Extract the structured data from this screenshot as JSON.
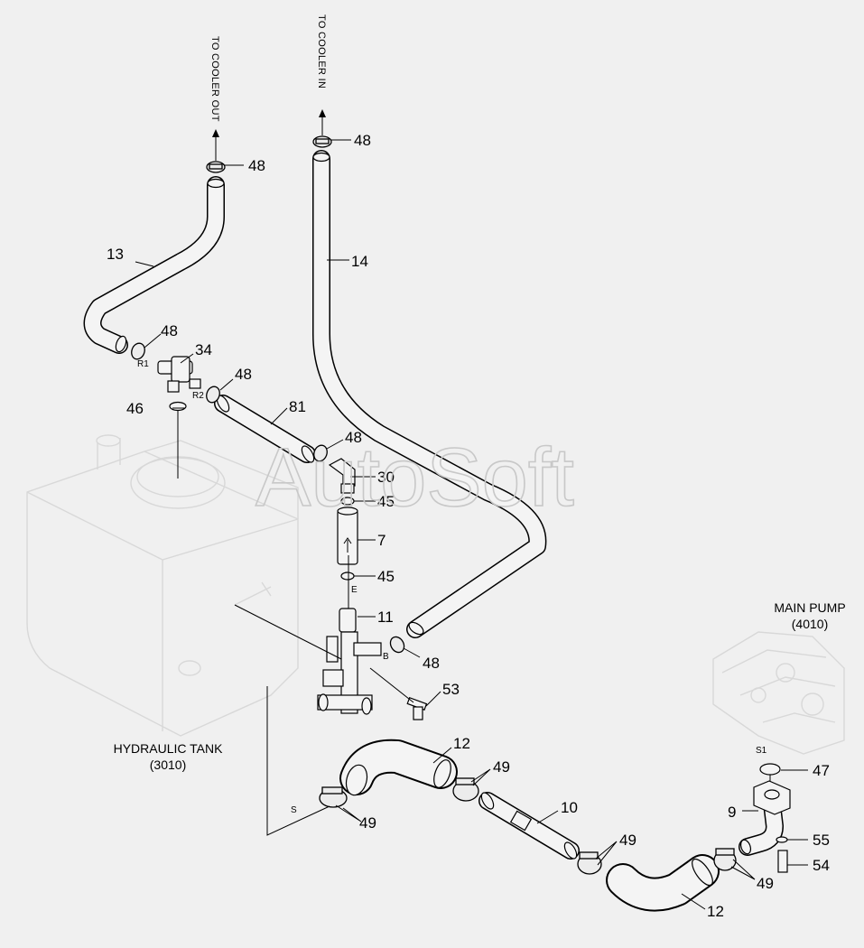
{
  "watermark": "AutoSoft",
  "colors": {
    "background": "#f0f0f0",
    "line": "#000000",
    "ghost": "#d8d8d8",
    "watermark": "#c8c8c8"
  },
  "destinations": {
    "cooler_out": "TO COOLER OUT",
    "cooler_in": "TO COOLER IN"
  },
  "components": {
    "hydraulic_tank": {
      "name": "HYDRAULIC TANK",
      "code": "(3010)"
    },
    "main_pump": {
      "name": "MAIN PUMP",
      "code": "(4010)"
    }
  },
  "port_labels": {
    "r1": "R1",
    "r2": "R2",
    "e": "E",
    "b": "B",
    "s": "S",
    "s1": "S1"
  },
  "callouts": {
    "c48_a": "48",
    "c48_b": "48",
    "c13": "13",
    "c14": "14",
    "c48_c": "48",
    "c34": "34",
    "c48_d": "48",
    "c46": "46",
    "c81": "81",
    "c48_e": "48",
    "c30": "30",
    "c45_a": "45",
    "c7": "7",
    "c45_b": "45",
    "c11": "11",
    "c48_f": "48",
    "c53": "53",
    "c12_a": "12",
    "c49_a": "49",
    "c49_b": "49",
    "c10": "10",
    "c49_c": "49",
    "c12_b": "12",
    "c49_d": "49",
    "c47": "47",
    "c9": "9",
    "c55": "55",
    "c54": "54"
  }
}
